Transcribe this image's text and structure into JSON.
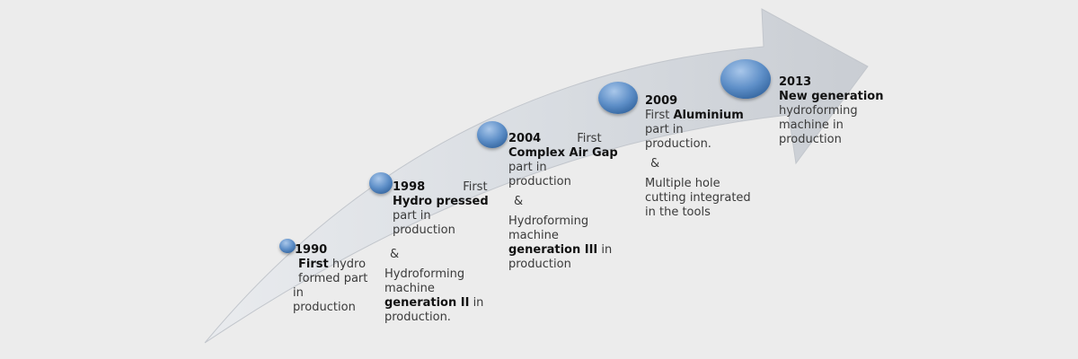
{
  "milestones": [
    {
      "year": "1990",
      "l1a": "First",
      "l1b": " hydro",
      "l2": "formed part",
      "l3": "in",
      "l4": "production",
      "amp": "&",
      "l5": "Hydroforming",
      "l6": "machine",
      "l7a": "generation II",
      "l7b": " in",
      "l8": "production."
    },
    {
      "year": "1998",
      "first": "First",
      "l1": "Hydro pressed",
      "l2": "part in",
      "l3": "production"
    },
    {
      "year": "2004",
      "first": "First",
      "l1": "Complex Air Gap",
      "l2": "part in",
      "l3": "production",
      "amp": "&",
      "l4": "Hydroforming",
      "l5": "machine",
      "l6a": "generation III",
      "l6b": " in",
      "l7": "production"
    },
    {
      "year": "2009",
      "l1a": "First ",
      "l1b": "Aluminium",
      "l2": "part in",
      "l3": "production.",
      "amp": "&",
      "l4": "Multiple hole",
      "l5": "cutting integrated",
      "l6": "in the tools"
    },
    {
      "year": "2013",
      "l1": "New generation",
      "l2": "hydroforming",
      "l3": "machine in",
      "l4": "production"
    }
  ]
}
